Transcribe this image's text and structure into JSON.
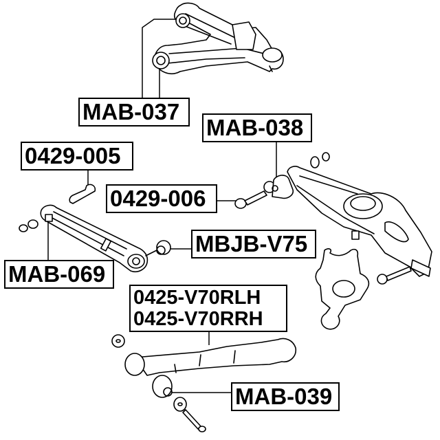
{
  "diagram": {
    "type": "exploded-parts-diagram",
    "subject": "suspension arms with bushings and bolts",
    "background": "#ffffff",
    "line_color": "#000000",
    "labels": [
      {
        "id": "mab-037",
        "text": "MAB-037",
        "points_to": "upper control arm bushings"
      },
      {
        "id": "mab-038",
        "text": "MAB-038",
        "points_to": "lower rear arm front bushing"
      },
      {
        "id": "0429-005",
        "text": "0429-005",
        "points_to": "camber bolt (left link)"
      },
      {
        "id": "0429-006",
        "text": "0429-006",
        "points_to": "camber bolt (lower arm)"
      },
      {
        "id": "mbjb-v75",
        "text": "MBJB-V75",
        "points_to": "ball joint bushing on trailing link"
      },
      {
        "id": "mab-069",
        "text": "MAB-069",
        "points_to": "trailing link bushing"
      },
      {
        "id": "0425-v70r",
        "lines": [
          "0425-V70RLH",
          "0425-V70RRH"
        ],
        "points_to": "lower lateral arm"
      },
      {
        "id": "mab-039",
        "text": "MAB-039",
        "points_to": "lateral arm bushing"
      }
    ]
  }
}
